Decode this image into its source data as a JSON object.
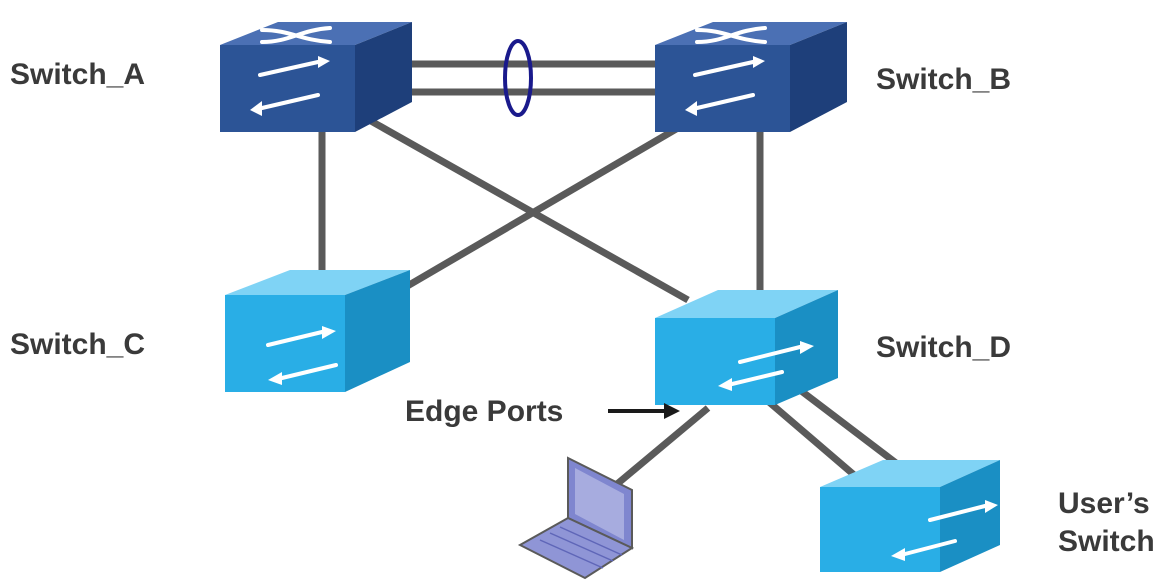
{
  "labels": {
    "switch_a": "Switch_A",
    "switch_b": "Switch_B",
    "switch_c": "Switch_C",
    "switch_d": "Switch_D",
    "edge_ports": "Edge Ports",
    "users_switch_line1": "User’s",
    "users_switch_line2": "Switch"
  },
  "colors": {
    "core_switch": "#2c5496",
    "access_switch": "#29aee6",
    "link": "#5a5a5a",
    "bundle_ring": "#1a1a8c",
    "laptop": "#7f86cf",
    "text": "#3a3a3a"
  },
  "icons": {
    "core_switch": "layer3-switch-icon",
    "access_switch": "layer2-switch-icon",
    "host": "laptop-icon"
  }
}
